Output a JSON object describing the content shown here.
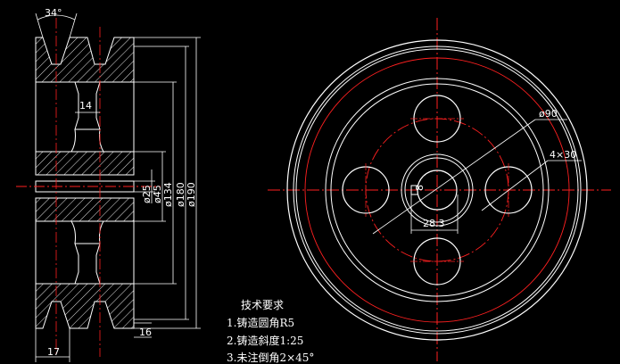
{
  "colors": {
    "background": "#000000",
    "outline": "#ffffff",
    "hatch": "#ffffff",
    "centerline": "#ff2020"
  },
  "section_view": {
    "groove_angle": "34°",
    "hub_width": "14",
    "vertical_dims": [
      "ø25",
      "ø45",
      "ø134",
      "ø180",
      "ø190"
    ],
    "bottom_width": "17",
    "groove_pitch": "16"
  },
  "front_view": {
    "hole_circle_dim": "ø90",
    "holes_dim": "4×30",
    "bore_height": "8",
    "keyway_width": "28.3"
  },
  "requirements": {
    "title": "技术要求",
    "items": [
      "1.铸造圆角R5",
      "2.铸造斜度1:25",
      "3.未注倒角2×45°"
    ]
  }
}
